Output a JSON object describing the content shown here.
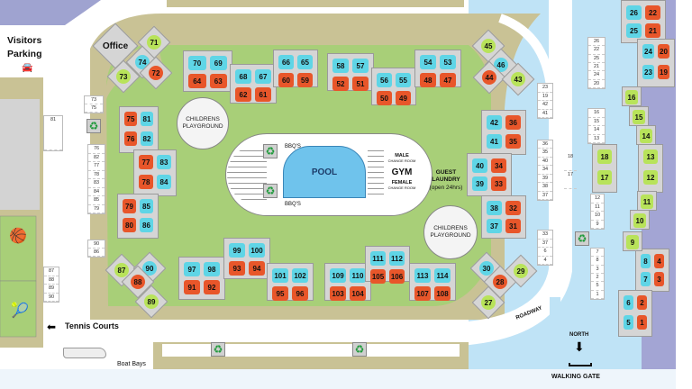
{
  "colors": {
    "cyan": "#5fd5e6",
    "orange": "#e8562a",
    "green": "#b8e35a",
    "water": "#bfe3f6",
    "lawn": "#a8cf78",
    "land": "#c9c295"
  },
  "labels": {
    "visitors_parking": "Visitors Parking",
    "office": "Office",
    "childrens_playground": "CHILDRENS PLAYGROUND",
    "bbq": "BBQ'S",
    "pool": "POOL",
    "gym": "GYM",
    "male": "MALE",
    "female": "FEMALE",
    "change_room": "CHANGE ROOM",
    "guest_laundry": "GUEST LAUNDRY",
    "laundry_hours": "(open 24hrs)",
    "tennis_courts": "Tennis Courts",
    "boat_bays": "Boat Bays",
    "roadway": "ROADWAY",
    "north": "NORTH",
    "walking_gate": "WALKING GATE"
  },
  "buildings": [
    {
      "units": [
        {
          "n": "70",
          "t": "c"
        },
        {
          "n": "69",
          "t": "c"
        },
        {
          "n": "64",
          "t": "o"
        },
        {
          "n": "63",
          "t": "o"
        }
      ]
    },
    {
      "units": [
        {
          "n": "68",
          "t": "c"
        },
        {
          "n": "67",
          "t": "c"
        },
        {
          "n": "62",
          "t": "o"
        },
        {
          "n": "61",
          "t": "o"
        }
      ]
    },
    {
      "units": [
        {
          "n": "66",
          "t": "c"
        },
        {
          "n": "65",
          "t": "c"
        },
        {
          "n": "60",
          "t": "o"
        },
        {
          "n": "59",
          "t": "o"
        }
      ]
    },
    {
      "units": [
        {
          "n": "58",
          "t": "c"
        },
        {
          "n": "57",
          "t": "c"
        },
        {
          "n": "52",
          "t": "o"
        },
        {
          "n": "51",
          "t": "o"
        }
      ]
    },
    {
      "units": [
        {
          "n": "56",
          "t": "c"
        },
        {
          "n": "55",
          "t": "c"
        },
        {
          "n": "50",
          "t": "o"
        },
        {
          "n": "49",
          "t": "o"
        }
      ]
    },
    {
      "units": [
        {
          "n": "54",
          "t": "c"
        },
        {
          "n": "53",
          "t": "c"
        },
        {
          "n": "48",
          "t": "o"
        },
        {
          "n": "47",
          "t": "o"
        }
      ]
    },
    {
      "units": [
        {
          "n": "75",
          "t": "o"
        },
        {
          "n": "81",
          "t": "c"
        },
        {
          "n": "76",
          "t": "o"
        },
        {
          "n": "82",
          "t": "c"
        }
      ]
    },
    {
      "units": [
        {
          "n": "77",
          "t": "o"
        },
        {
          "n": "83",
          "t": "c"
        },
        {
          "n": "78",
          "t": "o"
        },
        {
          "n": "84",
          "t": "c"
        }
      ]
    },
    {
      "units": [
        {
          "n": "79",
          "t": "o"
        },
        {
          "n": "85",
          "t": "c"
        },
        {
          "n": "80",
          "t": "o"
        },
        {
          "n": "86",
          "t": "c"
        }
      ]
    },
    {
      "units": [
        {
          "n": "97",
          "t": "c"
        },
        {
          "n": "98",
          "t": "c"
        },
        {
          "n": "91",
          "t": "o"
        },
        {
          "n": "92",
          "t": "o"
        }
      ]
    },
    {
      "units": [
        {
          "n": "99",
          "t": "c"
        },
        {
          "n": "100",
          "t": "c"
        },
        {
          "n": "93",
          "t": "o"
        },
        {
          "n": "94",
          "t": "o"
        }
      ]
    },
    {
      "units": [
        {
          "n": "101",
          "t": "c"
        },
        {
          "n": "102",
          "t": "c"
        },
        {
          "n": "95",
          "t": "o"
        },
        {
          "n": "96",
          "t": "o"
        }
      ]
    },
    {
      "units": [
        {
          "n": "109",
          "t": "c"
        },
        {
          "n": "110",
          "t": "c"
        },
        {
          "n": "103",
          "t": "o"
        },
        {
          "n": "104",
          "t": "o"
        }
      ]
    },
    {
      "units": [
        {
          "n": "111",
          "t": "c"
        },
        {
          "n": "112",
          "t": "c"
        },
        {
          "n": "105",
          "t": "o"
        },
        {
          "n": "106",
          "t": "o"
        }
      ]
    },
    {
      "units": [
        {
          "n": "113",
          "t": "c"
        },
        {
          "n": "114",
          "t": "c"
        },
        {
          "n": "107",
          "t": "o"
        },
        {
          "n": "108",
          "t": "o"
        }
      ]
    },
    {
      "units": [
        {
          "n": "42",
          "t": "c"
        },
        {
          "n": "36",
          "t": "o"
        },
        {
          "n": "41",
          "t": "c"
        },
        {
          "n": "35",
          "t": "o"
        }
      ]
    },
    {
      "units": [
        {
          "n": "40",
          "t": "c"
        },
        {
          "n": "34",
          "t": "o"
        },
        {
          "n": "39",
          "t": "c"
        },
        {
          "n": "33",
          "t": "o"
        }
      ]
    },
    {
      "units": [
        {
          "n": "38",
          "t": "c"
        },
        {
          "n": "32",
          "t": "o"
        },
        {
          "n": "37",
          "t": "c"
        },
        {
          "n": "31",
          "t": "o"
        }
      ]
    },
    {
      "units": [
        {
          "n": "26",
          "t": "c"
        },
        {
          "n": "22",
          "t": "o"
        },
        {
          "n": "25",
          "t": "c"
        },
        {
          "n": "21",
          "t": "o"
        }
      ]
    },
    {
      "units": [
        {
          "n": "24",
          "t": "c"
        },
        {
          "n": "20",
          "t": "o"
        },
        {
          "n": "23",
          "t": "c"
        },
        {
          "n": "19",
          "t": "o"
        }
      ]
    },
    {
      "units": [
        {
          "n": "8",
          "t": "c"
        },
        {
          "n": "4",
          "t": "o"
        },
        {
          "n": "7",
          "t": "c"
        },
        {
          "n": "3",
          "t": "o"
        }
      ]
    },
    {
      "units": [
        {
          "n": "6",
          "t": "c"
        },
        {
          "n": "2",
          "t": "o"
        },
        {
          "n": "5",
          "t": "c"
        },
        {
          "n": "1",
          "t": "o"
        }
      ]
    },
    {
      "units": [
        {
          "n": "18",
          "t": "g"
        },
        {
          "n": "17",
          "t": "g"
        }
      ]
    },
    {
      "units": [
        {
          "n": "13",
          "t": "g"
        },
        {
          "n": "12",
          "t": "g"
        }
      ]
    },
    {
      "units": [
        {
          "n": "16",
          "t": "g"
        }
      ]
    },
    {
      "units": [
        {
          "n": "15",
          "t": "g"
        }
      ]
    },
    {
      "units": [
        {
          "n": "14",
          "t": "g"
        }
      ]
    },
    {
      "units": [
        {
          "n": "11",
          "t": "g"
        }
      ]
    },
    {
      "units": [
        {
          "n": "10",
          "t": "g"
        }
      ]
    },
    {
      "units": [
        {
          "n": "9",
          "t": "g"
        }
      ]
    }
  ],
  "diamonds": [
    {
      "n": "71",
      "t": "g"
    },
    {
      "n": "74",
      "t": "c"
    },
    {
      "n": "72",
      "t": "o"
    },
    {
      "n": "73",
      "t": "g"
    },
    {
      "n": "45",
      "t": "g"
    },
    {
      "n": "46",
      "t": "c"
    },
    {
      "n": "44",
      "t": "o"
    },
    {
      "n": "43",
      "t": "g"
    },
    {
      "n": "87",
      "t": "g"
    },
    {
      "n": "90",
      "t": "c"
    },
    {
      "n": "88",
      "t": "o"
    },
    {
      "n": "89",
      "t": "g"
    },
    {
      "n": "30",
      "t": "c"
    },
    {
      "n": "28",
      "t": "o"
    },
    {
      "n": "29",
      "t": "g"
    },
    {
      "n": "27",
      "t": "g"
    }
  ],
  "parking": [
    [
      "73",
      "75"
    ],
    [
      "81"
    ],
    [
      "76",
      "82",
      "77",
      "78",
      "83",
      "84",
      "85",
      "79"
    ],
    [
      "90",
      "86"
    ],
    [
      "87",
      "88",
      "89",
      "90"
    ],
    [
      "23",
      "19",
      "42",
      "41"
    ],
    [
      "36",
      "35",
      "40",
      "34",
      "39",
      "38",
      "37"
    ],
    [
      "33",
      "37",
      "6",
      "4"
    ],
    [
      "26",
      "22",
      "25",
      "21",
      "24",
      "20"
    ],
    [
      "16",
      "15",
      "14",
      "13"
    ],
    [
      "18",
      "17"
    ],
    [
      "12",
      "11",
      "10",
      "9"
    ],
    [
      "7",
      "8",
      "3",
      "2",
      "5",
      "1"
    ]
  ]
}
